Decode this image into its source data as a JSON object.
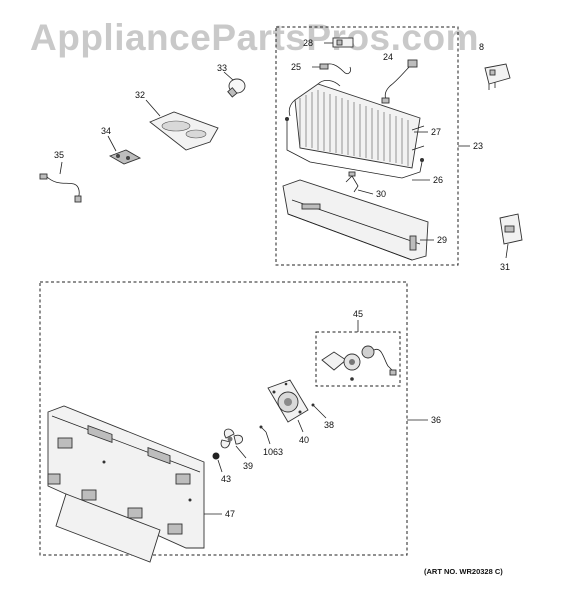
{
  "watermark": "AppliancePartsPros.com",
  "art_number": "(ART NO. WR20328 C)",
  "callouts": {
    "c8": "8",
    "c23": "23",
    "c24": "24",
    "c25": "25",
    "c26": "26",
    "c27": "27",
    "c28": "28",
    "c29": "29",
    "c30": "30",
    "c31": "31",
    "c32": "32",
    "c33": "33",
    "c34": "34",
    "c35": "35",
    "c36": "36",
    "c38": "38",
    "c39": "39",
    "c40": "40",
    "c43": "43",
    "c45": "45",
    "c47": "47",
    "c1063": "1063"
  }
}
